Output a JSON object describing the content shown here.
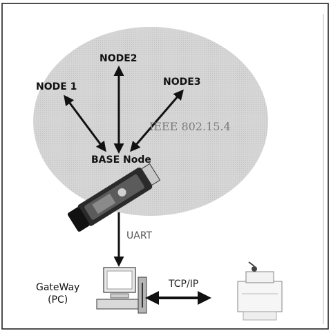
{
  "nodes": {
    "node1": "NODE 1",
    "node2": "NODE2",
    "node3": "NODE3",
    "base": "BASE Node"
  },
  "protocol": "IEEE 802.15.4",
  "links": {
    "uart": "UART",
    "tcpip": "TCP/IP"
  },
  "gateway": {
    "line1": "GateWay",
    "line2": "(PC)"
  },
  "colors": {
    "zone": "#d2d2d2",
    "arrow": "#111111",
    "frame": "#222222"
  },
  "icons": [
    "usb-dongle-icon",
    "desktop-pc-icon",
    "server-printer-icon"
  ]
}
